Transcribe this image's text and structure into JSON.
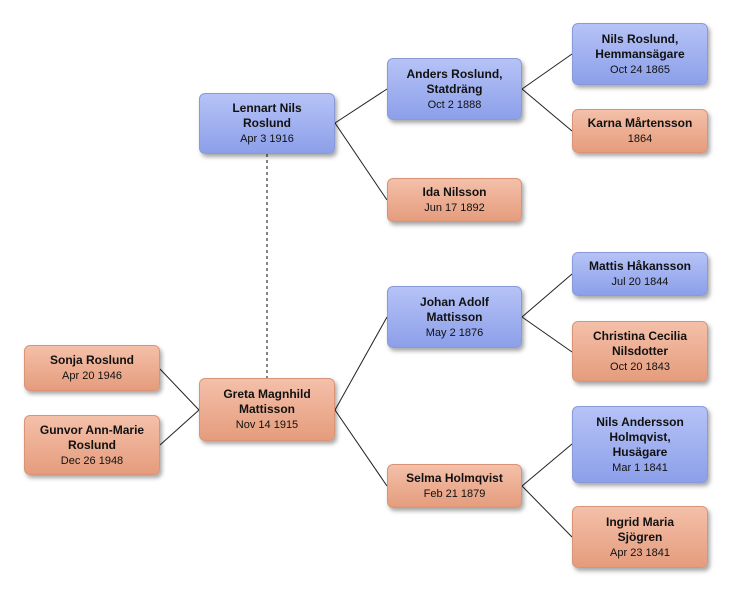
{
  "people": {
    "lennart": {
      "name": "Lennart Nils Roslund",
      "date": "Apr 3 1916",
      "color": "#9fb0f0"
    },
    "greta": {
      "name": "Greta Magnhild Mattisson",
      "date": "Nov 14 1915",
      "color": "#eba98c"
    },
    "sonja": {
      "name": "Sonja Roslund",
      "date": "Apr 20 1946",
      "color": "#eba98c"
    },
    "gunvor": {
      "name": "Gunvor Ann-Marie Roslund",
      "date": "Dec 26 1948",
      "color": "#eba98c"
    },
    "anders": {
      "name": "Anders Roslund, Statdräng",
      "date": "Oct 2 1888",
      "color": "#9fb0f0"
    },
    "ida": {
      "name": "Ida Nilsson",
      "date": "Jun 17 1892",
      "color": "#eba98c"
    },
    "johan": {
      "name": "Johan Adolf Mattisson",
      "date": "May 2 1876",
      "color": "#9fb0f0"
    },
    "selma": {
      "name": "Selma Holmqvist",
      "date": "Feb 21 1879",
      "color": "#eba98c"
    },
    "nils_r": {
      "name": "Nils Roslund, Hemmansägare",
      "date": "Oct 24 1865",
      "color": "#9fb0f0"
    },
    "karna": {
      "name": "Karna Mårtensson",
      "date": "1864",
      "color": "#eba98c"
    },
    "mattis": {
      "name": "Mattis Håkansson",
      "date": "Jul 20 1844",
      "color": "#9fb0f0"
    },
    "christina": {
      "name": "Christina Cecilia Nilsdotter",
      "date": "Oct 20 1843",
      "color": "#eba98c"
    },
    "nils_a": {
      "name": "Nils Andersson Holmqvist, Husägare",
      "date": "Mar 1 1841",
      "color": "#9fb0f0"
    },
    "ingrid": {
      "name": "Ingrid Maria Sjögren",
      "date": "Apr 23 1841",
      "color": "#eba98c"
    }
  }
}
